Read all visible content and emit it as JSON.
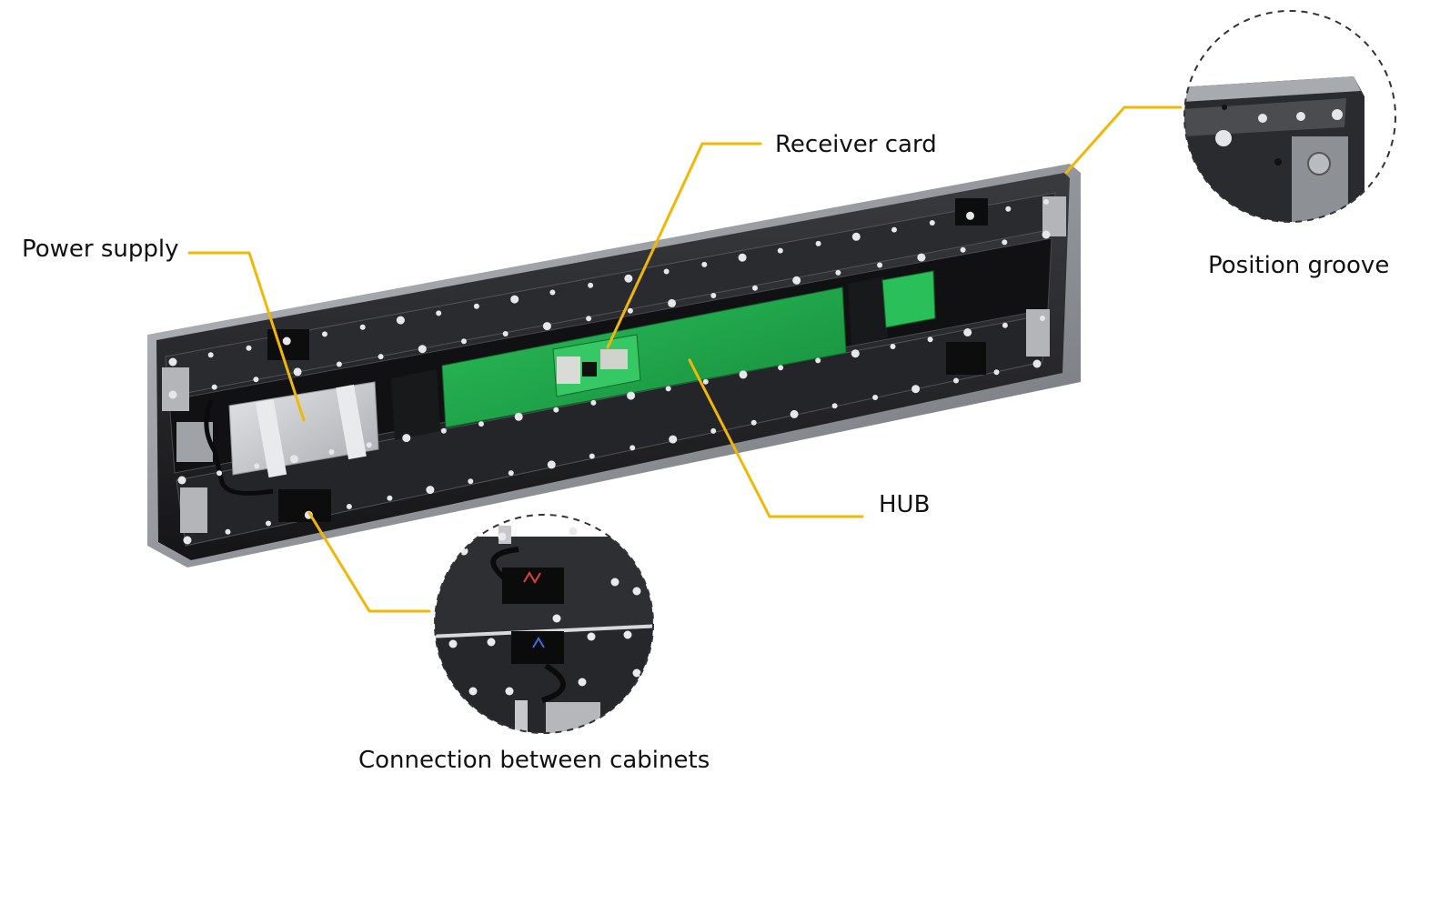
{
  "labels": {
    "receiver_card": "Receiver card",
    "power_supply": "Power supply",
    "position_groove": "Position groove",
    "hub": "HUB",
    "connection_between_cabinets": "Connection between cabinets"
  },
  "colors": {
    "leader_line": "#f2b705",
    "cabinet_frame": "#1e1e20",
    "cabinet_edge": "#8a8d92",
    "pcb_green": "#1fa64a",
    "power_supply_silver": "#c9cbce",
    "background": "#ffffff"
  }
}
